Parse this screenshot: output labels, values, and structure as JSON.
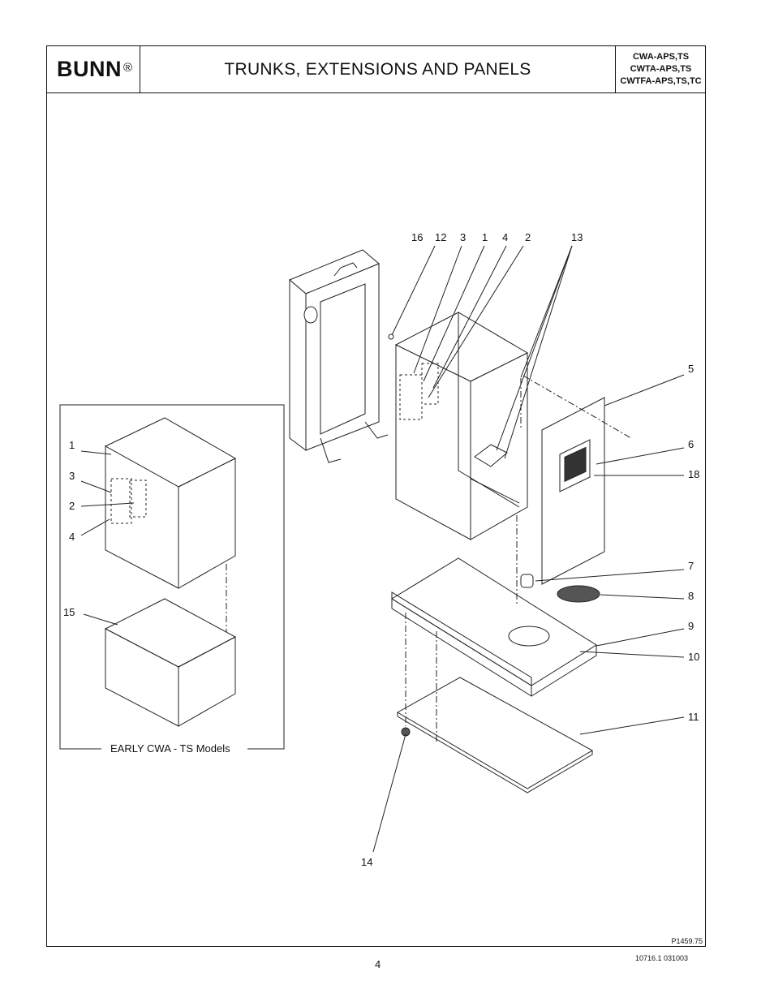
{
  "header": {
    "brand": "BUNN",
    "registered": "®",
    "title": "TRUNKS, EXTENSIONS AND PANELS",
    "models": [
      "CWA-APS,TS",
      "CWTA-APS,TS",
      "CWTFA-APS,TS,TC"
    ]
  },
  "callouts": {
    "c16": "16",
    "c12": "12",
    "c3": "3",
    "c1": "1",
    "c4": "4",
    "c2": "2",
    "c13": "13",
    "c5": "5",
    "c6": "6",
    "c18": "18",
    "c7": "7",
    "c8": "8",
    "c9": "9",
    "c10": "10",
    "c11": "11",
    "c14": "14",
    "inset_1": "1",
    "inset_3": "3",
    "inset_2": "2",
    "inset_4": "4",
    "inset_15": "15"
  },
  "inset_caption": "EARLY CWA - TS Models",
  "figure_id": "P1459.75",
  "page_number": "4",
  "doc_number": "10716.1 031003"
}
